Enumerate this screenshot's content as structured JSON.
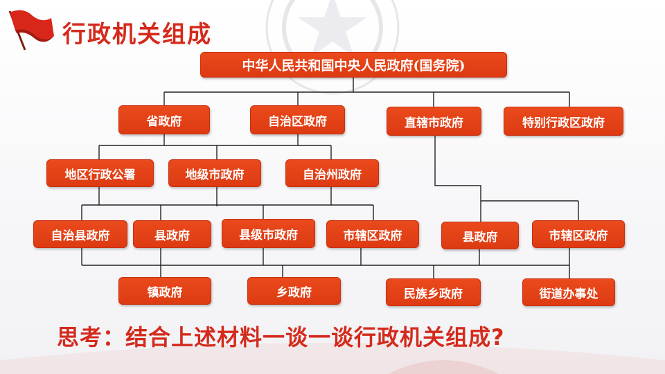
{
  "header": {
    "title": "行政机关组成"
  },
  "diagram": {
    "root": "中华人民共和国中央人民政府(国务院)",
    "level1": {
      "province": "省政府",
      "autonomous_region": "自治区政府",
      "municipality": "直辖市政府",
      "sar": "特别行政区政府"
    },
    "level2": {
      "prefecture_office": "地区行政公署",
      "prefecture_city": "地级市政府",
      "autonomous_prefecture": "自治州政府"
    },
    "level3": {
      "autonomous_county": "自治县政府",
      "county": "县政府",
      "county_city": "县级市政府",
      "city_district": "市辖区政府",
      "muni_county": "县政府",
      "muni_district": "市辖区政府"
    },
    "level4": {
      "town": "镇政府",
      "township": "乡政府",
      "ethnic_township": "民族乡政府",
      "subdistrict": "街道办事处"
    }
  },
  "question": "思考：结合上述材料一谈一谈行政机关组成?",
  "colors": {
    "accent": "#d42a1c",
    "box": "#e34318",
    "line": "#222222"
  }
}
